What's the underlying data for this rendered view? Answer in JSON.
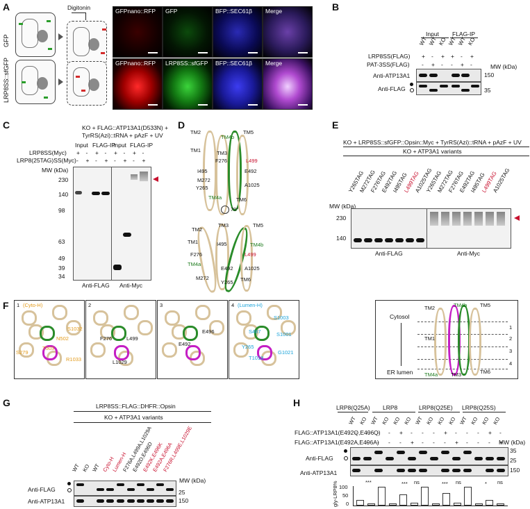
{
  "panels": {
    "A": {
      "letter": "A",
      "digitonin": "Digitonin",
      "row_labels": [
        "GFP",
        "LRP8SS::sfGFP"
      ],
      "rows": [
        [
          "GFPnano::RFP",
          "GFP",
          "BFP::SEC61β",
          "Merge"
        ],
        [
          "GFPnano::RFP",
          "LRP8SS::sfGFP",
          "BFP::SEC61β",
          "Merge"
        ]
      ]
    },
    "B": {
      "letter": "B",
      "groups": [
        "Input",
        "FLAG-IP"
      ],
      "lanes": [
        "WT",
        "WT",
        "KO",
        "WT",
        "WT",
        "KO"
      ],
      "cond1_label": "LRP8SS(FLAG)",
      "cond1": [
        "+",
        "-",
        "+",
        "+",
        "-",
        "+"
      ],
      "cond2_label": "PAT-3SS(FLAG)",
      "cond2": [
        "-",
        "+",
        "-",
        "-",
        "+",
        "-"
      ],
      "mw": "MW (kDa)",
      "blots": [
        "Anti-ATP13A1",
        "Anti-FLAG"
      ],
      "markers": [
        "150",
        "35"
      ]
    },
    "C": {
      "letter": "C",
      "title1": "KO + FLAG::ATP13A1(D533N) +",
      "title2": "TyrRS(Azi)::tRNA + pAzF + UV",
      "groups": [
        "Input",
        "FLAG-IP",
        "Input",
        "FLAG-IP"
      ],
      "row1_label": "LRP8SS(Myc)",
      "row1": [
        "+",
        "-",
        "+",
        "-",
        "+",
        "-",
        "+",
        "-"
      ],
      "row2_label": "LRP8(25TAG)SS(Myc)",
      "row2": [
        "-",
        "+",
        "-",
        "+",
        "-",
        "+",
        "-",
        "+"
      ],
      "mw": "MW (kDa)",
      "markers": [
        "230",
        "140",
        "98",
        "63",
        "49",
        "39",
        "34"
      ],
      "blots": [
        "Anti-FLAG",
        "Anti-Myc"
      ]
    },
    "D": {
      "letter": "D",
      "top_labels": [
        "TM2",
        "TM4b",
        "TM5",
        "TM1",
        "TM3",
        "F276",
        "L499",
        "I495",
        "E492",
        "M272",
        "Y265",
        "A1025",
        "TM4a",
        "TM6"
      ],
      "rotation": "70°",
      "bottom_labels": [
        "TM2",
        "TM3",
        "TM5",
        "TM1",
        "I495",
        "TM4b",
        "F276",
        "L499",
        "TM4a",
        "E492",
        "A1025",
        "M272",
        "Y265",
        "TM6"
      ]
    },
    "E": {
      "letter": "E",
      "title": "KO + LRP8SS::sfGFP::Opsin::Myc + TyrRS(Azi)::tRNA + pAzF + UV",
      "subtitle": "KO + ATP3A1 variants",
      "lanes": [
        "Y265TAG",
        "M272TAG",
        "F276TAG",
        "E492TAG",
        "I495TAG",
        "L499TAG",
        "A1025TAG",
        "Y265TAG",
        "M272TAG",
        "F276TAG",
        "E492TAG",
        "I495TAG",
        "L499TAG",
        "A1025TAG"
      ],
      "mw": "MW (kDa)",
      "markers": [
        "230",
        "140"
      ],
      "blots": [
        "Anti-FLAG",
        "Anti-Myc"
      ]
    },
    "F": {
      "letter": "F",
      "slices": [
        {
          "num": "1",
          "title": "(Cyto-H)",
          "labels": [
            "N502",
            "S1032",
            "S279",
            "T503",
            "R1033"
          ]
        },
        {
          "num": "2",
          "title": "",
          "labels": [
            "F276",
            "L499",
            "L1029"
          ]
        },
        {
          "num": "3",
          "title": "",
          "labels": [
            "E496",
            "E492"
          ]
        },
        {
          "num": "4",
          "title": "(Lumen-H)",
          "labels": [
            "S1003",
            "S487",
            "S1001",
            "Y265",
            "G1021",
            "T1018"
          ]
        }
      ],
      "side_labels": [
        "Cytosol",
        "ER lumen"
      ],
      "struct_labels": [
        "TM2",
        "TM4b",
        "TM5",
        "TM1",
        "TM4a",
        "TM3",
        "TM6"
      ],
      "levels": [
        "1",
        "2",
        "3",
        "4"
      ]
    },
    "G": {
      "letter": "G",
      "title": "LRP8SS::FLAG::DHFR::Opsin",
      "subtitle": "KO + ATP3A1 variants",
      "lanes": [
        "WT",
        "KO",
        "WT",
        "Cyto-H",
        "Lumen-H",
        "F276A,L499A,L1029A",
        "E492D,E496D",
        "E492K,E496K",
        "E492A,E496A",
        "F276R,L499E,L1029E"
      ],
      "mw": "MW (kDa)",
      "markers": [
        "25",
        "150"
      ],
      "blots": [
        "Anti-FLAG",
        "Anti-ATP13A1"
      ]
    },
    "H": {
      "letter": "H",
      "groups": [
        "LRP8(Q25A)",
        "LRP8",
        "LRP8(Q25E)",
        "LRP8(Q25S)"
      ],
      "lanes": [
        "WT",
        "KO",
        "WT",
        "KO",
        "KO",
        "KO",
        "WT",
        "KO",
        "KO",
        "KO",
        "WT",
        "KO",
        "KO",
        "KO"
      ],
      "row1_label": "FLAG::ATP13A1(E492Q,E496Q)",
      "row1": [
        "-",
        "-",
        "-",
        "-",
        "+",
        "-",
        "-",
        "-",
        "+",
        "-",
        "-",
        "-",
        "+",
        "-"
      ],
      "row2_label": "FLAG::ATP13A1(E492A,E496A)",
      "row2": [
        "-",
        "-",
        "-",
        "-",
        "-",
        "+",
        "-",
        "-",
        "-",
        "+",
        "-",
        "-",
        "-",
        "+"
      ],
      "mw": "MW (kDa)",
      "markers": [
        "35",
        "25",
        "150"
      ],
      "blots": [
        "Anti-FLAG",
        "Anti-ATP13A1"
      ],
      "ylabel": "gly-LRP8%",
      "yticks": [
        "100",
        "50",
        "0"
      ],
      "sig": [
        "***",
        "***",
        "ns",
        "***",
        "ns",
        "*",
        "ns"
      ],
      "bar_values": [
        22,
        4,
        95,
        4,
        55,
        6,
        95,
        5,
        60,
        6,
        95,
        4,
        25,
        5
      ]
    }
  }
}
